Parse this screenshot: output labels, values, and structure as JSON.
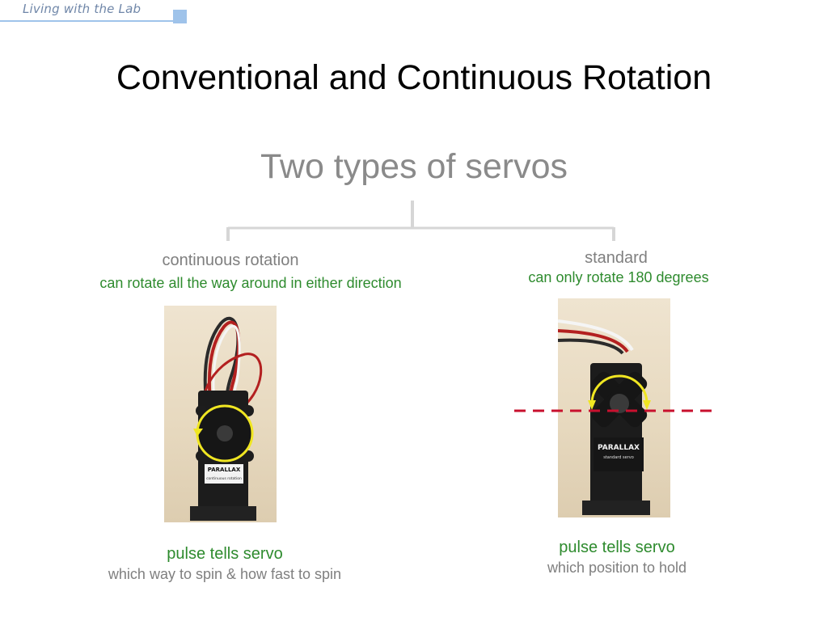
{
  "header": {
    "tag": "Living with the Lab"
  },
  "slide": {
    "title": "Conventional and Continuous Rotation",
    "subtitle": "Two types of servos"
  },
  "left": {
    "heading": "continuous rotation",
    "description": "can rotate all the way around in either direction",
    "pulse_title": "pulse tells servo",
    "pulse_description": "which way to spin & how fast to spin",
    "servo_brand": "PARALLAX",
    "servo_label": "continuous rotation"
  },
  "right": {
    "heading": "standard",
    "description": "can only rotate 180 degrees",
    "pulse_title": "pulse tells servo",
    "pulse_description": "which position to hold",
    "servo_brand": "PARALLAX",
    "servo_label": "standard servo"
  },
  "colors": {
    "accent_green": "#2e8b2e",
    "gray_text": "#7f7f7f",
    "header_blue": "#9fc3ea",
    "rotation_arrow": "#f0e622",
    "dashed_line": "#c8102e"
  }
}
